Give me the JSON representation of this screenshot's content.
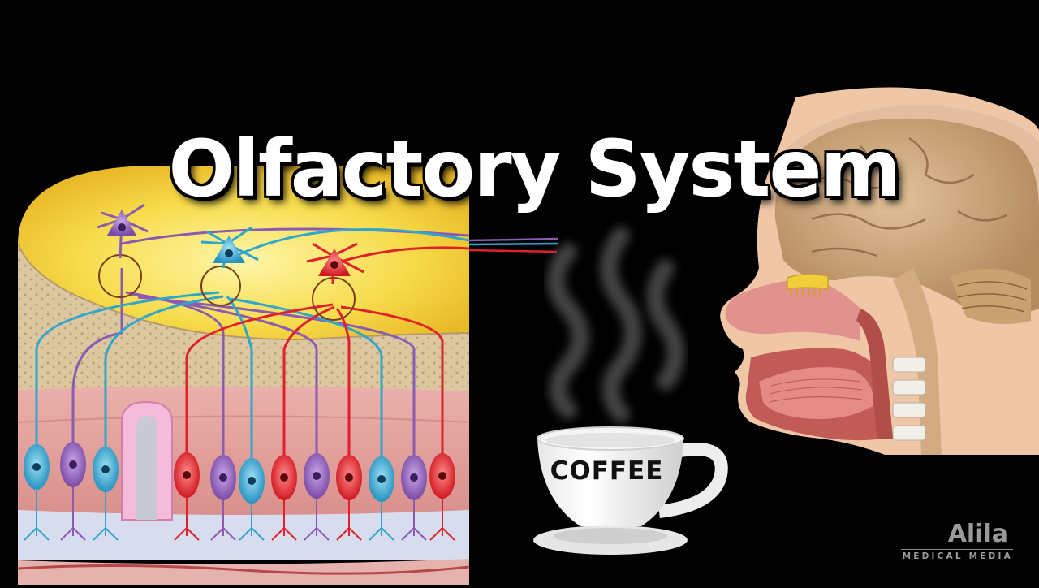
{
  "title": "Olfactory System",
  "cup_label": "COFFEE",
  "logo": {
    "name": "Alila",
    "tagline": "MEDICAL MEDIA"
  },
  "colors": {
    "background": "#000000",
    "bulb": "#f6d94a",
    "bone": "#d8c39a",
    "mucosa": "#e3a7a4",
    "neuron_purple": "#8a5bb3",
    "neuron_blue": "#2fa6cc",
    "neuron_red": "#e0202a",
    "brain": "#c9a77c"
  }
}
